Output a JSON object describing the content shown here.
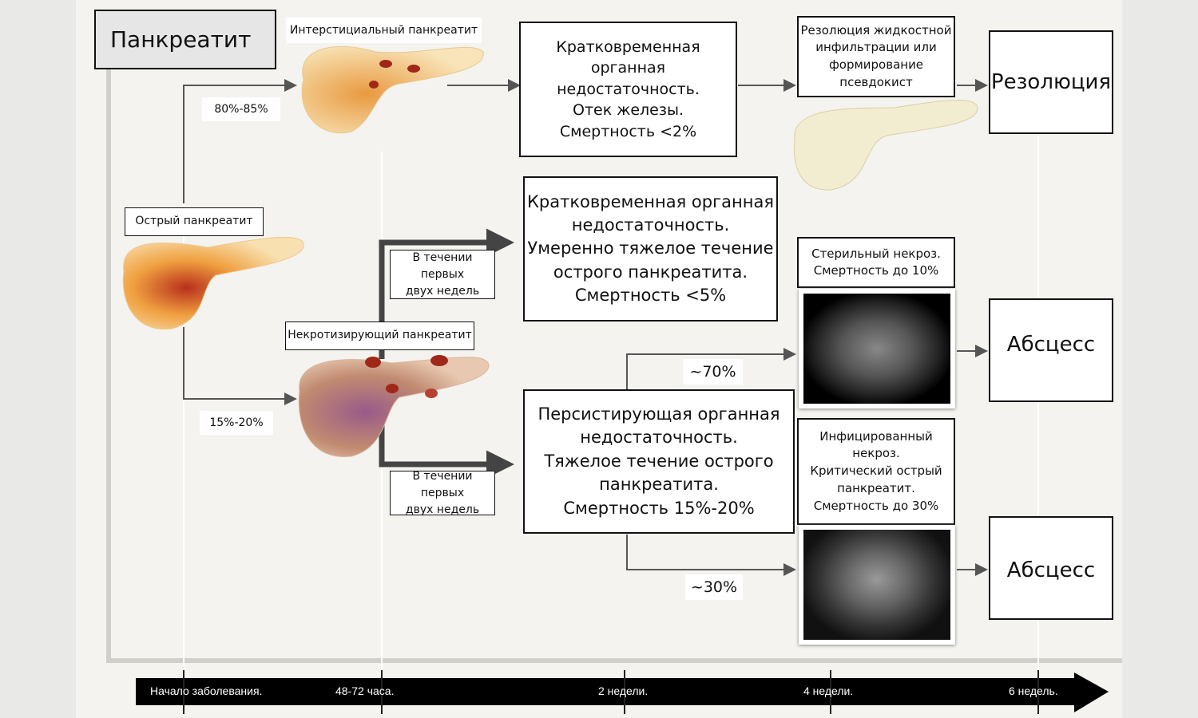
{
  "title": "Панкреатит",
  "labels": {
    "interstitial": "Интерстициальный панкреатит",
    "acute": "Острый панкреатит",
    "necrotizing": "Некротизирующий  панкреатит",
    "pct_interstitial": "80%-85%",
    "pct_necrotizing": "15%-20%",
    "within_two_weeks_1": [
      "В течении первых",
      "двух недель"
    ],
    "within_two_weeks_2": [
      "В течении первых",
      "двух недель"
    ],
    "pct_70": "~70%",
    "pct_30": "~30%"
  },
  "boxes": {
    "transient_mild": [
      "Кратковременная",
      "органная",
      "недостаточность.",
      "Отек железы.",
      "Смертность <2%"
    ],
    "transient_moderate": [
      "Кратковременная органная",
      "недостаточность.",
      "Умеренно тяжелое течение",
      "острого панкреатита.",
      "Смертность <5%"
    ],
    "persistent": [
      "Персистирующая органная",
      "недостаточность.",
      "Тяжелое течение острого",
      "панкреатита.",
      "Смертность 15%-20%"
    ],
    "fluid_resolution": [
      "Резолюция жидкостной",
      "инфильтрации или",
      "формирование",
      "псевдокист"
    ],
    "sterile": [
      "Стерильный некроз.",
      "Смертность до 10%"
    ],
    "infected": [
      "Инфицированный",
      "некроз.",
      "Критический острый",
      "панкреатит.",
      "Смертность до 30%"
    ]
  },
  "outcomes": {
    "resolution": "Резолюция",
    "abscess_1": "Абсцесс",
    "abscess_2": "Абсцесс"
  },
  "timeline": [
    "Начало заболевания.",
    "48-72 часа.",
    "2 недели.",
    "4 недели.",
    "6 недель."
  ]
}
